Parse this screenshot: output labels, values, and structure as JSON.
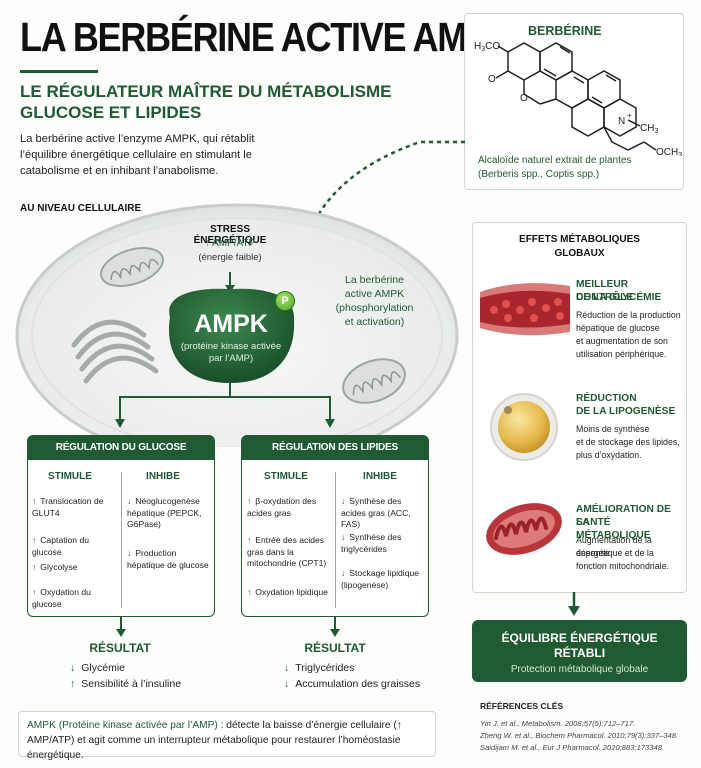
{
  "header": {
    "title": "LA BERBÉRINE ACTIVE AMPK",
    "subtitle_line1": "LE RÉGULATEUR MAÎTRE DU MÉTABOLISME",
    "subtitle_line2": "GLUCOSE ET LIPIDES",
    "intro": "La berbérine active l’enzyme AMPK, qui rétablit l’équilibre énergétique cellulaire en stimulant le catabolisme et en inhibant l’anabolisme."
  },
  "cell_section_label": "AU NIVEAU CELLULAIRE",
  "molecule": {
    "name": "BERBÉRINE",
    "groups": [
      "H3CO",
      "O",
      "N",
      "+",
      "CH3",
      "OCH3"
    ],
    "caption": "Alcaloïde naturel extrait de plantes (Berberis spp., Coptis spp.)"
  },
  "stress": {
    "title": "STRESS ÉNERGÉTIQUE",
    "line1": "↑ AMP/ATP",
    "line2": "(énergie faible)"
  },
  "ampk": {
    "label": "AMPK",
    "sub1": "(protéine kinase activée",
    "sub2": "par l’AMP)",
    "badge": "P"
  },
  "berberine_action": [
    "La berbérine",
    "active AMPK",
    "(phosphorylation",
    "et activation)"
  ],
  "glucose_regulation": {
    "title": "RÉGULATION DU GLUCOSE",
    "stimule_label": "STIMULE",
    "inhibe_label": "INHIBE",
    "stimule": [
      {
        "arrow": "↑",
        "text": "Translocation de GLUT4"
      },
      {
        "arrow": "↑",
        "text": "Captation du glucose"
      },
      {
        "arrow": "↑",
        "text": "Glycolyse"
      },
      {
        "arrow": "↑",
        "text": "Oxydation du glucose"
      }
    ],
    "inhibe": [
      {
        "arrow": "↓",
        "text": "Néoglucogenèse hépatique (PEPCK, G6Pase)"
      },
      {
        "arrow": "↓",
        "text": "Production hépatique de glucose"
      }
    ],
    "result_title": "RÉSULTAT",
    "results": [
      {
        "arrow": "↓",
        "text": "Glycémie"
      },
      {
        "arrow": "↑",
        "text": "Sensibilité à l’insuline"
      }
    ]
  },
  "lipid_regulation": {
    "title": "RÉGULATION DES LIPIDES",
    "stimule_label": "STIMULE",
    "inhibe_label": "INHIBE",
    "stimule": [
      {
        "arrow": "↑",
        "text": "β-oxydation des acides gras"
      },
      {
        "arrow": "↑",
        "text": "Entrée des acides gras dans la mitochondrie (CPT1)"
      },
      {
        "arrow": "↑",
        "text": "Oxydation lipidique"
      }
    ],
    "inhibe": [
      {
        "arrow": "↓",
        "text": "Synthèse des acides gras (ACC, FAS)"
      },
      {
        "arrow": "↓",
        "text": "Synthèse des triglycérides"
      },
      {
        "arrow": "↓",
        "text": "Stockage lipidique (lipogenèse)"
      }
    ],
    "result_title": "RÉSULTAT",
    "results": [
      {
        "arrow": "↓",
        "text": "Triglycérides"
      },
      {
        "arrow": "↓",
        "text": "Accumulation des graisses"
      }
    ]
  },
  "effects": {
    "title_line1": "EFFETS MÉTABOLIQUES",
    "title_line2": "GLOBAUX",
    "items": [
      {
        "head1": "MEILLEUR CONTRÔLE",
        "head2": "DE LA GLYCÉMIE",
        "desc": [
          "Réduction de la production",
          "hépatique de glucose",
          "et augmentation de son",
          "utilisation périphérique."
        ]
      },
      {
        "head1": "RÉDUCTION",
        "head2": "DE LA LIPOGENÈSE",
        "desc": [
          "Moins de synthèse",
          "et de stockage des lipides,",
          "plus d’oxydation."
        ]
      },
      {
        "head1": "AMÉLIORATION DE LA",
        "head2": "SANTÉ MÉTABOLIQUE",
        "desc": [
          "Augmentation de la dépense",
          "énergétique et de la",
          "fonction mitochondriale."
        ]
      }
    ]
  },
  "balance": {
    "title_line1": "ÉQUILIBRE ÉNERGÉTIQUE",
    "title_line2": "RÉTABLI",
    "subtitle": "Protection métabolique globale"
  },
  "references": {
    "title": "RÉFÉRENCES CLÉS",
    "items": [
      "Yin J. et al., Metabolism. 2008;57(5):712–717.",
      "Zheng W. et al., Biochem Pharmacol. 2010;79(3):337–348.",
      "Saidijam M. et al., Eur J Pharmacol. 2020;883:173348."
    ]
  },
  "footnote": {
    "term": "AMPK (Protéine kinase activée par l’AMP)",
    "text": " : détecte la baisse d’énergie cellulaire (↑ AMP/ATP) et agit comme un interrupteur métabolique pour restaurer l’homéostasie énergétique."
  },
  "colors": {
    "primary": "#1f5a32",
    "badge": "#6dbf3a",
    "vessel": "#b8353a"
  }
}
